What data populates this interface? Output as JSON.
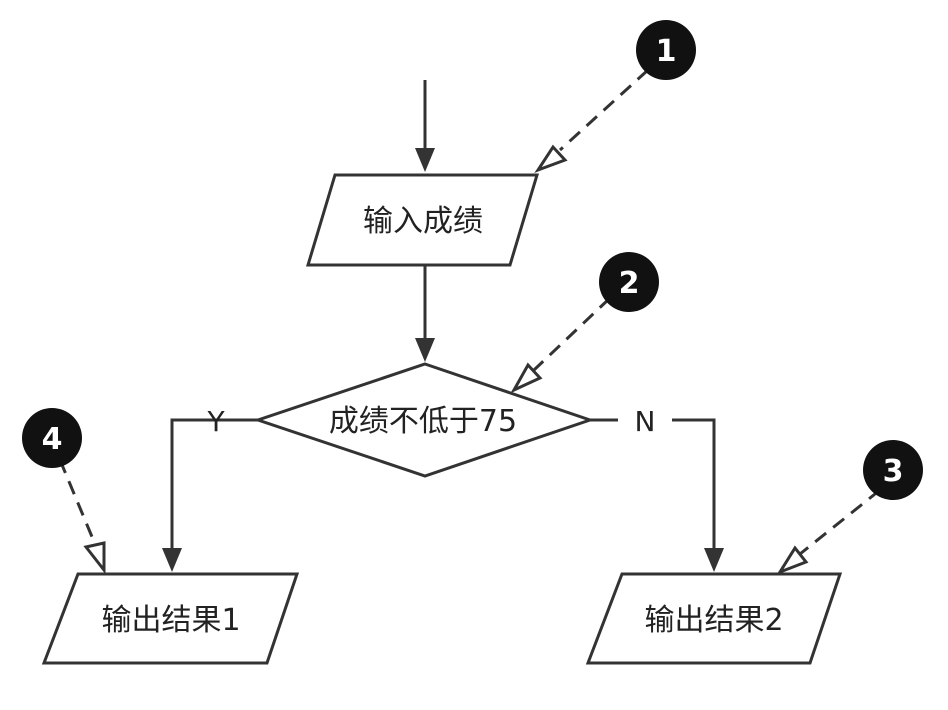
{
  "nodes": {
    "input": "输入成绩",
    "decision": "成绩不低于75",
    "output1": "输出结果1",
    "output2": "输出结果2"
  },
  "branches": {
    "yes": "Y",
    "no": "N"
  },
  "markers": [
    "1",
    "2",
    "3",
    "4"
  ]
}
